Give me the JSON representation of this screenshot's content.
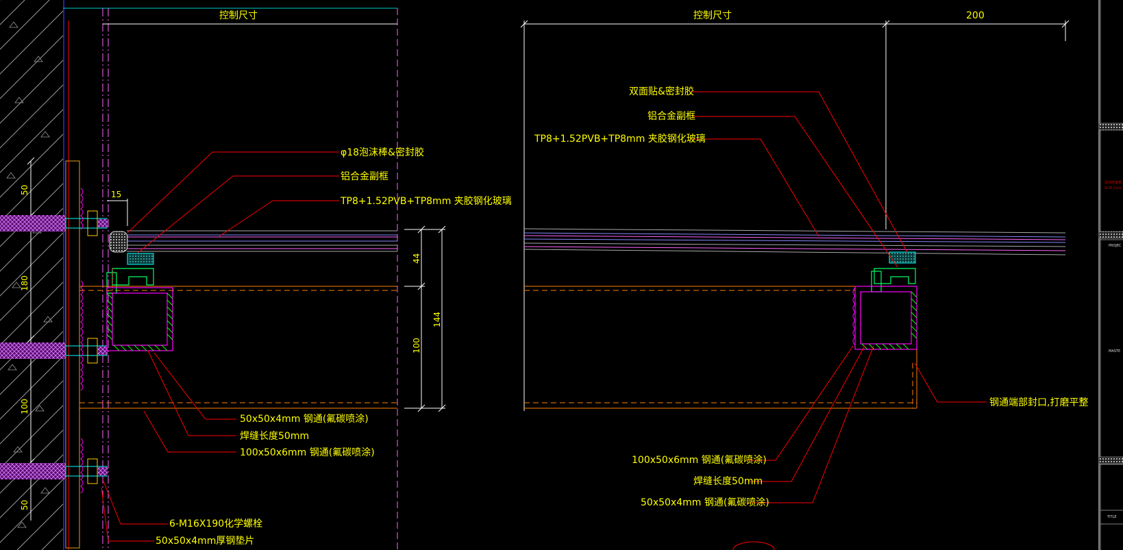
{
  "left_detail": {
    "top_dimension": "控制尺寸",
    "dim_15": "15",
    "dim_44": "44",
    "dim_144": "144",
    "dim_100": "100",
    "wall_dims": [
      "50",
      "180",
      "100",
      "50"
    ],
    "callouts": [
      "φ18泡沫棒&密封胶",
      "铝合金副框",
      "TP8+1.52PVB+TP8mm 夹胶钢化玻璃",
      "50x50x4mm 钢通(氟碳喷涂)",
      "焊缝长度50mm",
      "100x50x6mm 钢通(氟碳喷涂)",
      "6-M16X190化学螺栓",
      "50x50x4mm厚钢垫片"
    ]
  },
  "right_detail": {
    "top_dimension": "控制尺寸",
    "dim_200": "200",
    "callouts": [
      "双面贴&密封胶",
      "铝合金副框",
      "TP8+1.52PVB+TP8mm 夹胶钢化玻璃",
      "钢通端部封口,打磨平整",
      "100x50x6mm 钢通(氟碳喷涂)",
      "焊缝长度50mm",
      "50x50x4mm 钢通(氟碳喷涂)"
    ]
  },
  "title_block": {
    "row_labels": [
      "PROJEC",
      "MASTE",
      "TITLE"
    ],
    "small_red_lines": [
      "深圳市建筑",
      "SCM Cons"
    ]
  },
  "colors": {
    "background": "#000000",
    "text": "#ffff00",
    "leader": "#ff0000",
    "steel": "#ff00ff",
    "weld": "#00ff00",
    "wall_line": "#2b2bff"
  }
}
